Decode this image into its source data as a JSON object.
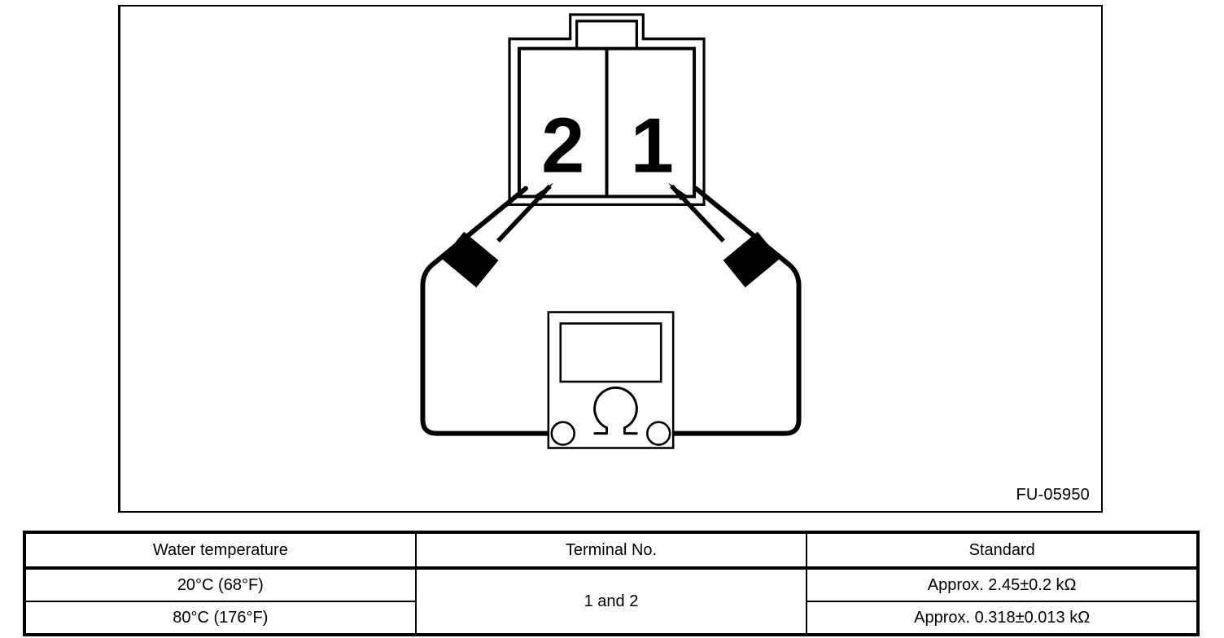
{
  "figure": {
    "code": "FU-05950",
    "connector": {
      "terminal_left_label": "2",
      "terminal_right_label": "1"
    },
    "meter": {
      "symbol": "Ω",
      "name": "ohmmeter"
    }
  },
  "table": {
    "headers": [
      "Water temperature",
      "Terminal No.",
      "Standard"
    ],
    "rows": [
      {
        "water_temperature": "20°C (68°F)",
        "terminal_no": "1 and 2",
        "standard": "Approx. 2.45±0.2 kΩ"
      },
      {
        "water_temperature": "80°C (176°F)",
        "standard": "Approx. 0.318±0.013 kΩ"
      }
    ]
  }
}
